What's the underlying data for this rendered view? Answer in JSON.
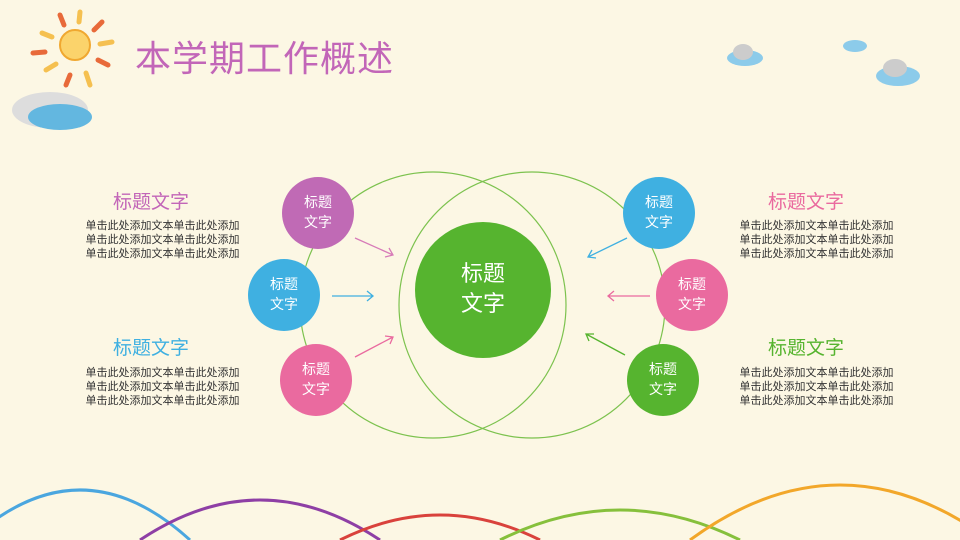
{
  "title": "本学期工作概述",
  "colors": {
    "purple": "#c06ab5",
    "blue": "#3fb0e1",
    "pink": "#ea6a9f",
    "green": "#56b42f"
  },
  "center": {
    "line1": "标题",
    "line2": "文字"
  },
  "nodes": [
    {
      "line1": "标题",
      "line2": "文字",
      "color": "purple"
    },
    {
      "line1": "标题",
      "line2": "文字",
      "color": "blue"
    },
    {
      "line1": "标题",
      "line2": "文字",
      "color": "pink"
    },
    {
      "line1": "标题",
      "line2": "文字",
      "color": "blue"
    },
    {
      "line1": "标题",
      "line2": "文字",
      "color": "pink"
    },
    {
      "line1": "标题",
      "line2": "文字",
      "color": "green"
    }
  ],
  "blocks": [
    {
      "heading": "标题文字",
      "lines": [
        "单击此处添加文本单击此处添加",
        "单击此处添加文本单击此处添加",
        "单击此处添加文本单击此处添加"
      ]
    },
    {
      "heading": "标题文字",
      "lines": [
        "单击此处添加文本单击此处添加",
        "单击此处添加文本单击此处添加",
        "单击此处添加文本单击此处添加"
      ]
    },
    {
      "heading": "标题文字",
      "lines": [
        "单击此处添加文本单击此处添加",
        "单击此处添加文本单击此处添加",
        "单击此处添加文本单击此处添加"
      ]
    },
    {
      "heading": "标题文字",
      "lines": [
        "单击此处添加文本单击此处添加",
        "单击此处添加文本单击此处添加",
        "单击此处添加文本单击此处添加"
      ]
    }
  ]
}
